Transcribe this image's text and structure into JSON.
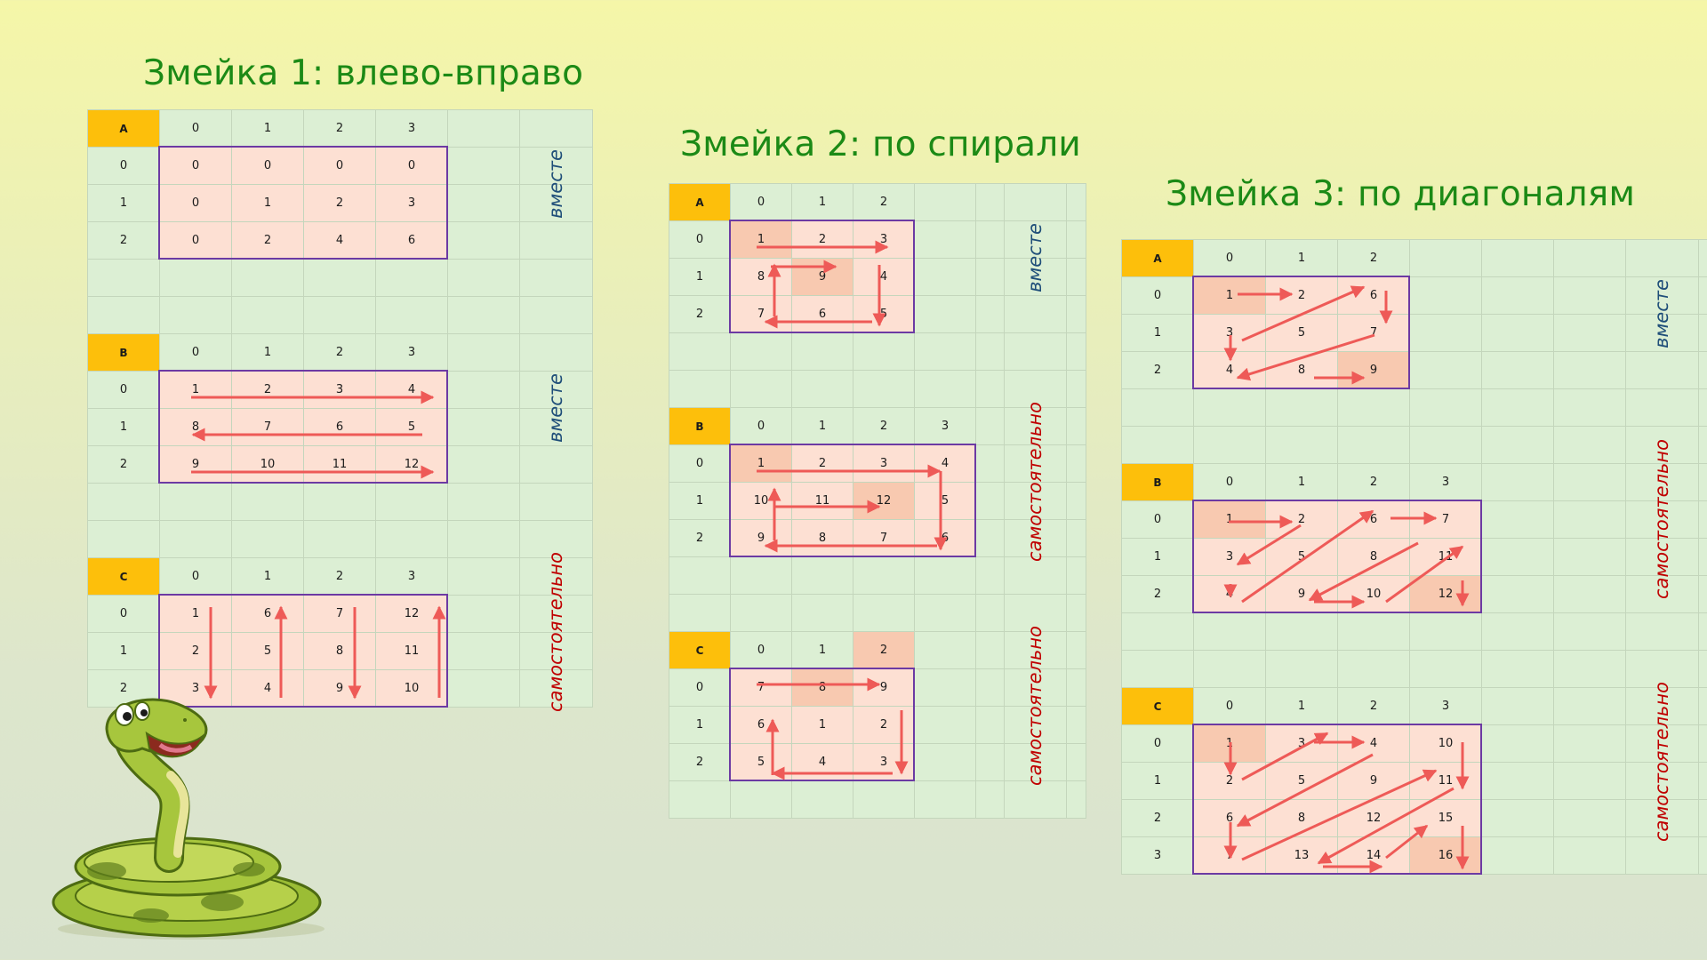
{
  "colors": {
    "title": "#1c8a16",
    "name_cell": "#fdbf0b",
    "block_fill": "#fde0d3",
    "start_cell": "#f8c9b0",
    "block_border": "#6c3aa3",
    "arrow": "#ee5a57",
    "together": "#1f4e79",
    "alone": "#c00000"
  },
  "snake1": {
    "title": "Змейка 1: влево-вправо",
    "col_headers": [
      "0",
      "1",
      "2",
      "3"
    ],
    "row_headers": [
      "0",
      "1",
      "2"
    ],
    "blocks": [
      {
        "name": "A",
        "rows": [
          [
            "0",
            "0",
            "0",
            "0"
          ],
          [
            "0",
            "1",
            "2",
            "3"
          ],
          [
            "0",
            "2",
            "4",
            "6"
          ]
        ],
        "label": "вместе"
      },
      {
        "name": "B",
        "rows": [
          [
            "1",
            "2",
            "3",
            "4"
          ],
          [
            "8",
            "7",
            "6",
            "5"
          ],
          [
            "9",
            "10",
            "11",
            "12"
          ]
        ],
        "label": "вместе"
      },
      {
        "name": "C",
        "rows": [
          [
            "1",
            "6",
            "7",
            "12"
          ],
          [
            "2",
            "5",
            "8",
            "11"
          ],
          [
            "3",
            "4",
            "9",
            "10"
          ]
        ],
        "label": "самостоятельно"
      }
    ]
  },
  "snake2": {
    "title": "Змейка 2: по спирали",
    "blocks": [
      {
        "name": "A",
        "col_headers": [
          "0",
          "1",
          "2"
        ],
        "row_headers": [
          "0",
          "1",
          "2"
        ],
        "rows": [
          [
            "1",
            "2",
            "3"
          ],
          [
            "8",
            "9",
            "4"
          ],
          [
            "7",
            "6",
            "5"
          ]
        ],
        "label": "вместе"
      },
      {
        "name": "B",
        "col_headers": [
          "0",
          "1",
          "2",
          "3"
        ],
        "row_headers": [
          "0",
          "1",
          "2"
        ],
        "rows": [
          [
            "1",
            "2",
            "3",
            "4"
          ],
          [
            "10",
            "11",
            "12",
            "5"
          ],
          [
            "9",
            "8",
            "7",
            "6"
          ]
        ],
        "label": "самостоятельно"
      },
      {
        "name": "C",
        "col_headers": [
          "0",
          "1",
          "2"
        ],
        "row_headers": [
          "0",
          "1",
          "2"
        ],
        "rows": [
          [
            "7",
            "8",
            "9"
          ],
          [
            "6",
            "1",
            "2"
          ],
          [
            "5",
            "4",
            "3"
          ]
        ],
        "label": "самостоятельно"
      }
    ]
  },
  "snake3": {
    "title": "Змейка 3: по диагоналям",
    "blocks": [
      {
        "name": "A",
        "col_headers": [
          "0",
          "1",
          "2"
        ],
        "row_headers": [
          "0",
          "1",
          "2"
        ],
        "rows": [
          [
            "1",
            "2",
            "6"
          ],
          [
            "3",
            "5",
            "7"
          ],
          [
            "4",
            "8",
            "9"
          ]
        ],
        "label": "вместе"
      },
      {
        "name": "B",
        "col_headers": [
          "0",
          "1",
          "2",
          "3"
        ],
        "row_headers": [
          "0",
          "1",
          "2"
        ],
        "rows": [
          [
            "1",
            "2",
            "6",
            "7"
          ],
          [
            "3",
            "5",
            "8",
            "11"
          ],
          [
            "4",
            "9",
            "10",
            "12"
          ]
        ],
        "label": "самостоятельно"
      },
      {
        "name": "C",
        "col_headers": [
          "0",
          "1",
          "2",
          "3"
        ],
        "row_headers": [
          "0",
          "1",
          "2",
          "3"
        ],
        "rows": [
          [
            "1",
            "3",
            "4",
            "10"
          ],
          [
            "2",
            "5",
            "9",
            "11"
          ],
          [
            "6",
            "8",
            "12",
            "15"
          ],
          [
            "7",
            "13",
            "14",
            "16"
          ]
        ],
        "label": "самостоятельно"
      }
    ]
  }
}
